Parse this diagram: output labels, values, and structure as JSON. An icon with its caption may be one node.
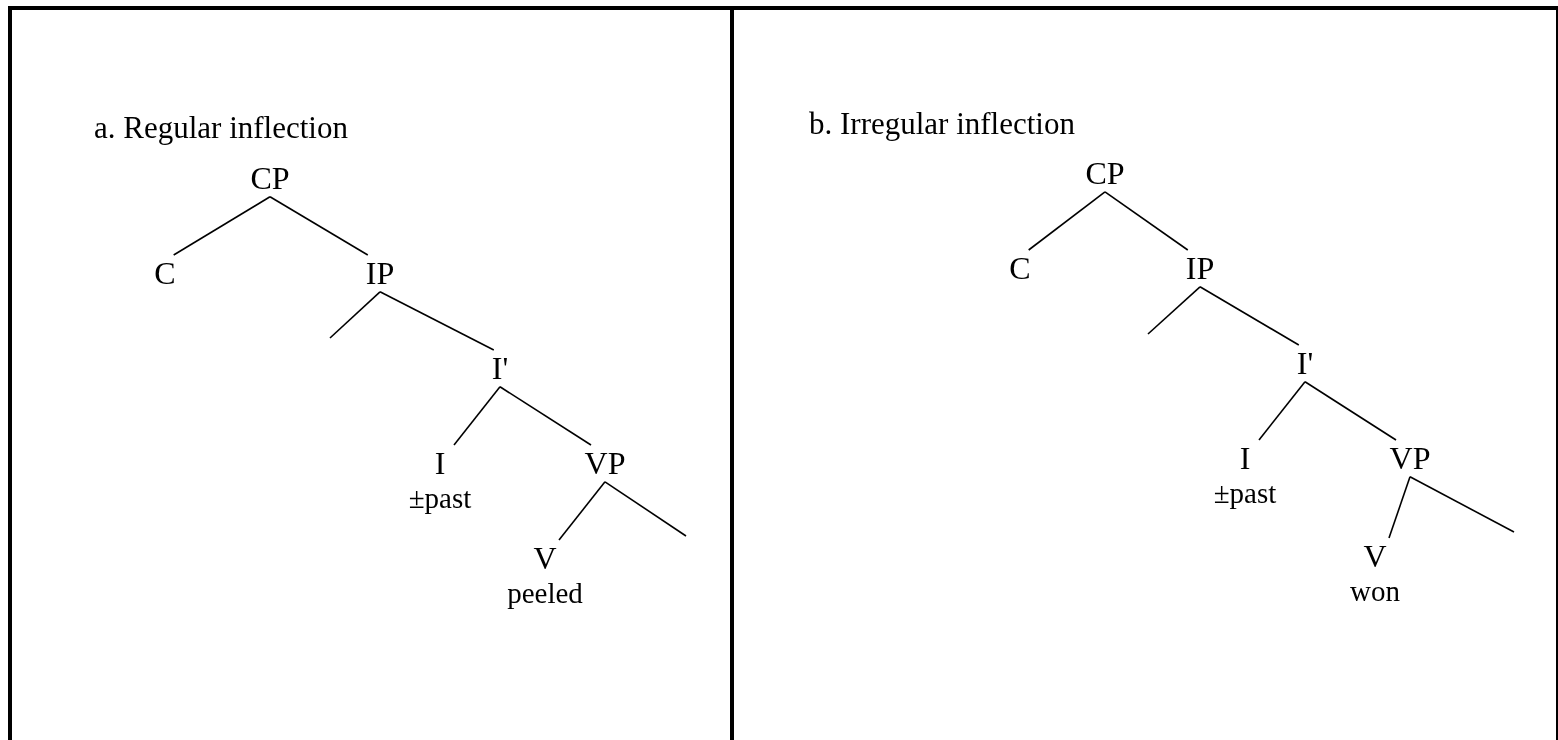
{
  "diagram": {
    "nodes": [
      {
        "text": [
          "a. Regular inflection"
        ]
      },
      {
        "text": [
          "CP"
        ],
        "in": 0
      },
      {
        "text": [
          "C"
        ],
        "in": 0
      },
      {
        "text": [
          "IP"
        ],
        "in": 0
      },
      {
        "text": [
          "I'"
        ],
        "in": 0
      },
      {
        "text": [
          "I",
          "±past"
        ],
        "in": 0
      },
      {
        "text": [
          "VP"
        ],
        "in": 0
      },
      {
        "text": [
          "V",
          "peeled"
        ],
        "in": 0
      },
      {
        "text": [
          "b. Irregular inflection"
        ]
      },
      {
        "text": [
          "CP"
        ],
        "in": 8
      },
      {
        "text": [
          "C"
        ],
        "in": 8
      },
      {
        "text": [
          "IP"
        ],
        "in": 8
      },
      {
        "text": [
          "I'"
        ],
        "in": 8
      },
      {
        "text": [
          "I",
          "±past"
        ],
        "in": 8
      },
      {
        "text": [
          "VP"
        ],
        "in": 8
      },
      {
        "text": [
          "V",
          "won"
        ],
        "in": 8
      }
    ],
    "edges": [
      {
        "from": 1,
        "to": 2,
        "arrow": "none"
      },
      {
        "from": 1,
        "to": 3,
        "arrow": "none"
      },
      {
        "from": 3,
        "to": null,
        "arrow": "none"
      },
      {
        "from": 3,
        "to": 4,
        "arrow": "none"
      },
      {
        "from": 4,
        "to": 5,
        "arrow": "none"
      },
      {
        "from": 4,
        "to": 6,
        "arrow": "none"
      },
      {
        "from": 6,
        "to": 7,
        "arrow": "none"
      },
      {
        "from": 6,
        "to": null,
        "arrow": "none"
      },
      {
        "from": 9,
        "to": 10,
        "arrow": "none"
      },
      {
        "from": 9,
        "to": 11,
        "arrow": "none"
      },
      {
        "from": 11,
        "to": null,
        "arrow": "none"
      },
      {
        "from": 11,
        "to": 12,
        "arrow": "none"
      },
      {
        "from": 12,
        "to": 13,
        "arrow": "none"
      },
      {
        "from": 12,
        "to": 14,
        "arrow": "none"
      },
      {
        "from": 14,
        "to": 15,
        "arrow": "none"
      },
      {
        "from": 14,
        "to": null,
        "arrow": "none"
      }
    ]
  }
}
